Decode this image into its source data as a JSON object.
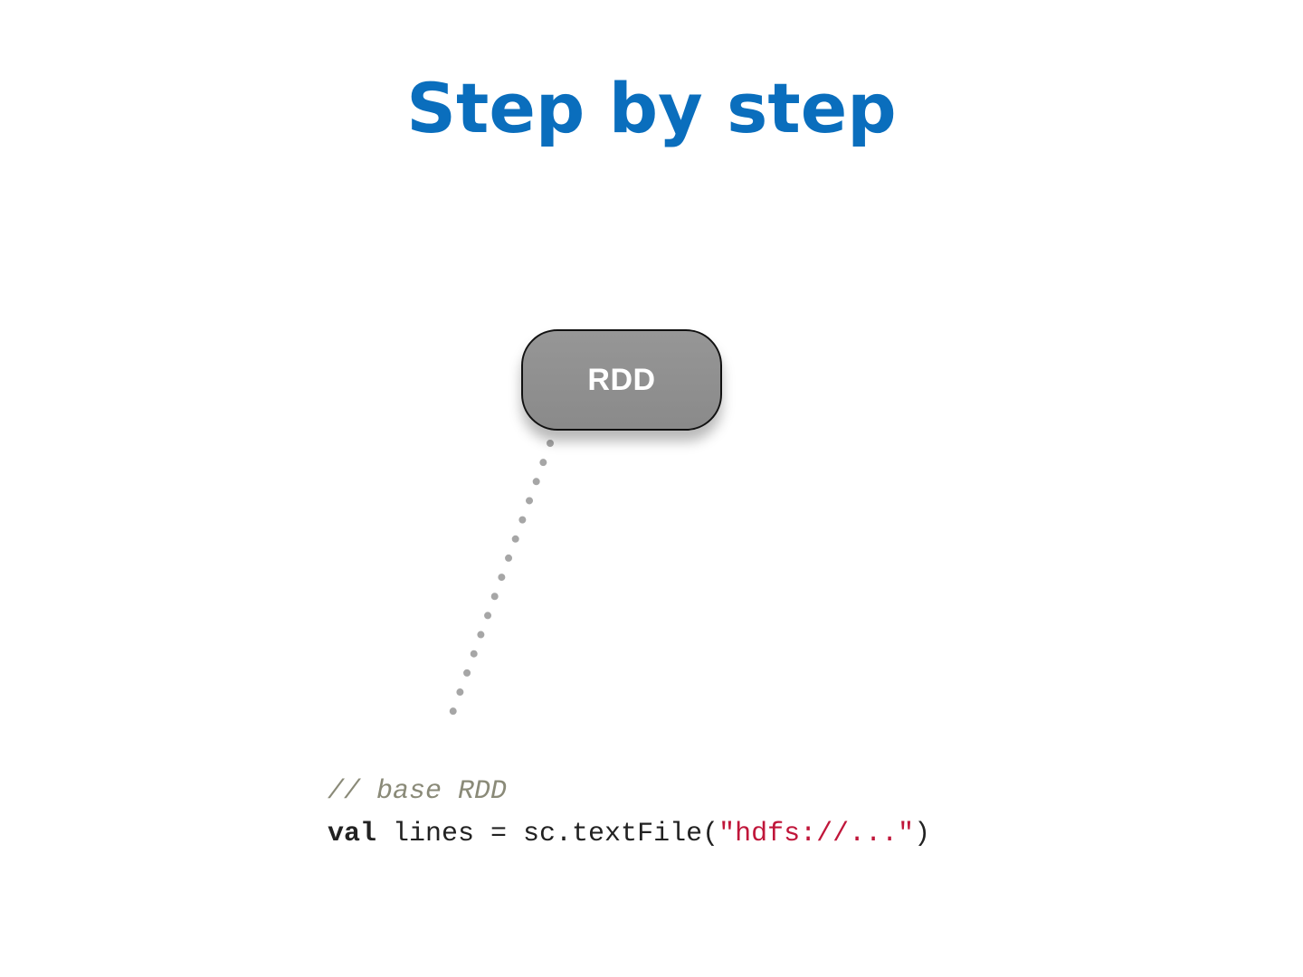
{
  "slide": {
    "title": "Step by step"
  },
  "diagram": {
    "nodes": [
      {
        "id": "rdd",
        "label": "RDD"
      }
    ],
    "edges": [
      {
        "from": "rdd",
        "to": "code",
        "style": "dotted",
        "color": "#a6a6a6"
      }
    ]
  },
  "code": {
    "comment": "// base RDD",
    "keyword": "val",
    "statement_head": " lines = sc.textFile(",
    "string_literal": "\"hdfs://...\"",
    "statement_tail": ")"
  },
  "colors": {
    "title": "#0a6ebd",
    "node_fill": "#8f8f8f",
    "node_border": "#111111",
    "comment": "#8a8a78",
    "string": "#c0163a"
  }
}
